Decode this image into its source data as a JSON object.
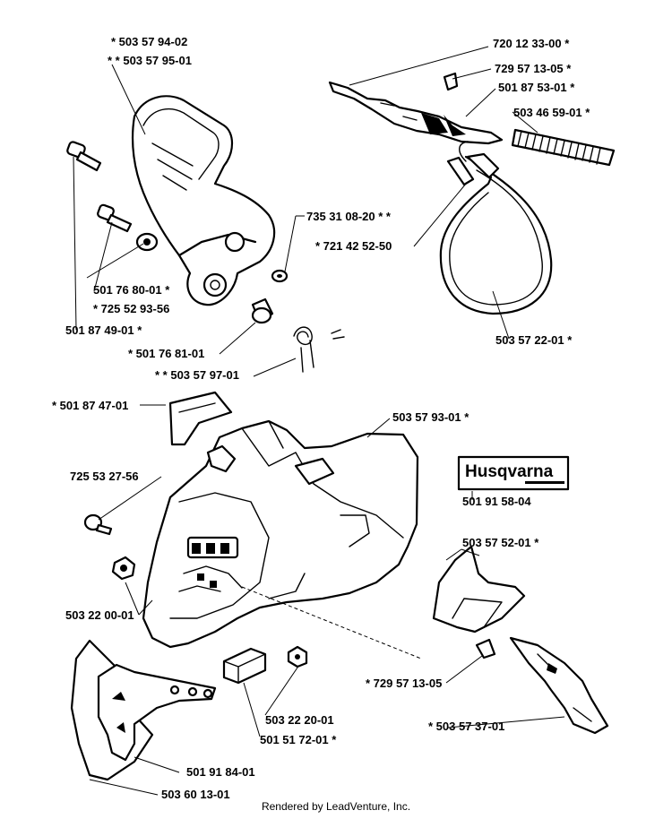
{
  "labels": {
    "l_503579402": "*          503 57 94-02",
    "l_503579501": "* *          503 57 95-01",
    "l_720123300": "720 12 33-00  *",
    "l_729571305a": "729 57 13-05  *",
    "l_501875301": "501 87 53-01  *",
    "l_503465901": "503 46 59-01  *",
    "l_735310820": "735 31 08-20 * *",
    "l_721425250": "*  721 42 52-50",
    "l_501768001": "501 76 80-01  *",
    "l_725529356": "*  725 52 93-56",
    "l_501874901": "501 87 49-01  *",
    "l_501768101": "*  501 76 81-01",
    "l_503579701": "* *  503 57 97-01",
    "l_503572201": "503 57 22-01  *",
    "l_501874701": "*  501 87 47-01",
    "l_503579301": "503 57 93-01  *",
    "l_725532756": "725 53 27-56",
    "l_501915804": "501 91 58-04",
    "l_503575201": "503 57 52-01  *",
    "l_503220001": "503 22 00-01",
    "l_729571305b": "*  729 57 13-05",
    "l_503573701": "*  503 57 37-01",
    "l_503222001": "503 22 20-01",
    "l_501517201": "501 51 72-01  *",
    "l_501918401": "501 91 84-01",
    "l_503601301": "503 60 13-01"
  },
  "decal": {
    "brand": "Husqvarna"
  },
  "footer": {
    "credit": "Rendered by LeadVenture, Inc."
  }
}
